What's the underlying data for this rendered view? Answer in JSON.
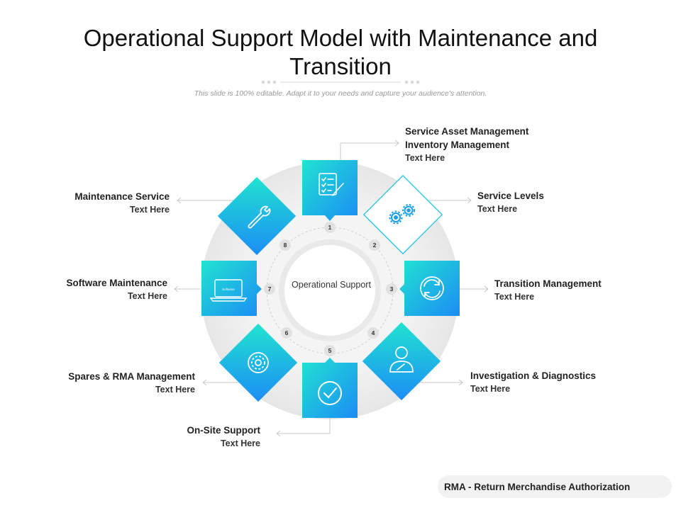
{
  "title": "Operational Support Model with Maintenance and Transition",
  "subtitle": "This slide is 100% editable. Adapt it to your needs and capture your audience's attention.",
  "center": "Operational Support",
  "accent_gradient": [
    "#21e2d2",
    "#1b8df5"
  ],
  "items": [
    {
      "number": "1",
      "heading_line1": "Service Asset Management",
      "heading_line2": "Inventory Management",
      "text": "Text Here",
      "icon": "checklist-icon"
    },
    {
      "number": "2",
      "heading": "Service Levels",
      "text": "Text Here",
      "icon": "gears-icon"
    },
    {
      "number": "3",
      "heading": "Transition Management",
      "text": "Text Here",
      "icon": "refresh-icon"
    },
    {
      "number": "4",
      "heading": "Investigation & Diagnostics",
      "text": "Text Here",
      "icon": "user-tools-icon"
    },
    {
      "number": "5",
      "heading": "On-Site Support",
      "text": "Text Here",
      "icon": "checkmark-icon"
    },
    {
      "number": "6",
      "heading": "Spares & RMA Management",
      "text": "Text Here",
      "icon": "cog-icon"
    },
    {
      "number": "7",
      "heading": "Software Maintenance",
      "text": "Text Here",
      "icon": "laptop-icon",
      "icon_text": "Software"
    },
    {
      "number": "8",
      "heading": "Maintenance Service",
      "text": "Text Here",
      "icon": "wrench-icon"
    }
  ],
  "footnote": "RMA - Return Merchandise Authorization"
}
